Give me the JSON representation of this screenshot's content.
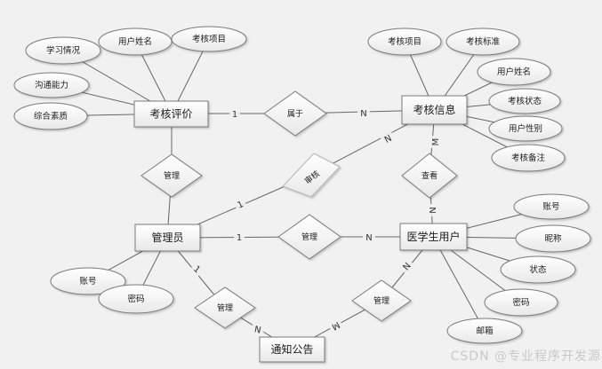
{
  "entities": {
    "evaluation": "考核评价",
    "info": "考核信息",
    "admin": "管理员",
    "student": "医学生用户",
    "notice": "通知公告"
  },
  "relationships": {
    "belong": "属于",
    "manage_top": "管理",
    "audit": "审核",
    "view": "查看",
    "manage_mid": "管理",
    "manage_bottom_left": "管理",
    "manage_bottom_right": "管理"
  },
  "attributes": {
    "evaluation": {
      "study": "学习情况",
      "username": "用户姓名",
      "project": "考核项目",
      "communication": "沟通能力",
      "quality": "综合素质"
    },
    "info": {
      "project": "考核项目",
      "standard": "考核标准",
      "username": "用户姓名",
      "status": "考核状态",
      "gender": "用户性别",
      "remark": "考核备注"
    },
    "admin": {
      "account": "账号",
      "password": "密码"
    },
    "student": {
      "account": "账号",
      "nickname": "昵称",
      "status": "状态",
      "password": "密码",
      "email": "邮箱"
    }
  },
  "cardinalities": [
    "1",
    "N",
    "1",
    "N",
    "M",
    "N",
    "1",
    "N",
    "1",
    "N",
    "N",
    "M"
  ],
  "watermark": "CSDN @专业程序开发源",
  "colors": {
    "background": "#f1f1f1",
    "shape_border": "#7a7a7a",
    "connector_line": "#666666",
    "text": "#1c1c1c",
    "watermark": "#c9c9c9"
  }
}
